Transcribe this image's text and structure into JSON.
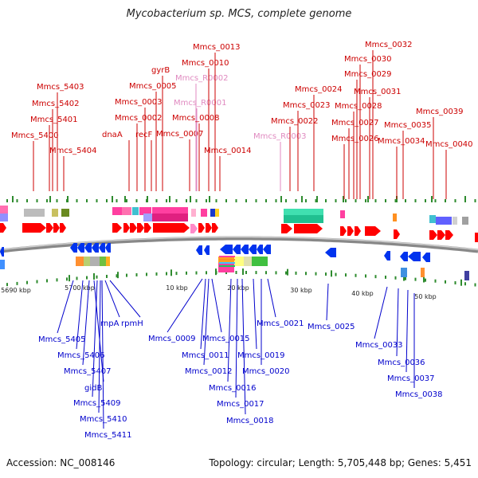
{
  "title": "Mycobacterium sp. MCS, complete genome",
  "footer": {
    "accession": "Accession: NC_008146",
    "summary": "Topology: circular; Length: 5,705,448 bp; Genes: 5,451"
  },
  "colors": {
    "forward_label": "#cc0000",
    "reverse_label": "#0000cc",
    "rna_label": "#e08ac0",
    "forward_gene": "#ff0000",
    "reverse_gene": "#0033ee",
    "tick": "#2e8b2e",
    "backbone": "#888888"
  },
  "scale": {
    "ticks": [
      {
        "label": "5690 kbp",
        "pos": 5690
      },
      {
        "label": "5700 kbp",
        "pos": 5700
      },
      {
        "label": "10 kbp",
        "pos": 10
      },
      {
        "label": "20 kbp",
        "pos": 20
      },
      {
        "label": "30 kbp",
        "pos": 30
      },
      {
        "label": "40 kbp",
        "pos": 40
      },
      {
        "label": "50 kbp",
        "pos": 50
      }
    ]
  },
  "top_labels": [
    {
      "text": "Mmcs_5400",
      "kind": "forward"
    },
    {
      "text": "Mmcs_5401",
      "kind": "forward"
    },
    {
      "text": "Mmcs_5402",
      "kind": "forward"
    },
    {
      "text": "Mmcs_5403",
      "kind": "forward"
    },
    {
      "text": "Mmcs_5404",
      "kind": "forward"
    },
    {
      "text": "dnaA",
      "kind": "forward"
    },
    {
      "text": "Mmcs_0002",
      "kind": "forward"
    },
    {
      "text": "Mmcs_0003",
      "kind": "forward"
    },
    {
      "text": "recF",
      "kind": "forward"
    },
    {
      "text": "Mmcs_0005",
      "kind": "forward"
    },
    {
      "text": "gyrB",
      "kind": "forward"
    },
    {
      "text": "Mmcs_0007",
      "kind": "forward"
    },
    {
      "text": "Mmcs_R0002",
      "kind": "rna"
    },
    {
      "text": "Mmcs_R0001",
      "kind": "rna"
    },
    {
      "text": "Mmcs_0008",
      "kind": "forward"
    },
    {
      "text": "Mmcs_0010",
      "kind": "forward"
    },
    {
      "text": "Mmcs_0013",
      "kind": "forward"
    },
    {
      "text": "Mmcs_0014",
      "kind": "forward"
    },
    {
      "text": "Mmcs_R0003",
      "kind": "rna"
    },
    {
      "text": "Mmcs_0022",
      "kind": "forward"
    },
    {
      "text": "Mmcs_0023",
      "kind": "forward"
    },
    {
      "text": "Mmcs_0024",
      "kind": "forward"
    },
    {
      "text": "Mmcs_0026",
      "kind": "forward"
    },
    {
      "text": "Mmcs_0027",
      "kind": "forward"
    },
    {
      "text": "Mmcs_0028",
      "kind": "forward"
    },
    {
      "text": "Mmcs_0029",
      "kind": "forward"
    },
    {
      "text": "Mmcs_0030",
      "kind": "forward"
    },
    {
      "text": "Mmcs_0031",
      "kind": "forward"
    },
    {
      "text": "Mmcs_0032",
      "kind": "forward"
    },
    {
      "text": "Mmcs_0034",
      "kind": "forward"
    },
    {
      "text": "Mmcs_0035",
      "kind": "forward"
    },
    {
      "text": "Mmcs_0039",
      "kind": "forward"
    },
    {
      "text": "Mmcs_0040",
      "kind": "forward"
    }
  ],
  "bottom_labels": [
    {
      "text": "Mmcs_5405"
    },
    {
      "text": "Mmcs_5406"
    },
    {
      "text": "Mmcs_5407"
    },
    {
      "text": "gidB"
    },
    {
      "text": "Mmcs_5409"
    },
    {
      "text": "Mmcs_5410"
    },
    {
      "text": "Mmcs_5411"
    },
    {
      "text": "rnpA"
    },
    {
      "text": "rpmH"
    },
    {
      "text": "Mmcs_0009"
    },
    {
      "text": "Mmcs_0011"
    },
    {
      "text": "Mmcs_0012"
    },
    {
      "text": "Mmcs_0015"
    },
    {
      "text": "Mmcs_0016"
    },
    {
      "text": "Mmcs_0017"
    },
    {
      "text": "Mmcs_0018"
    },
    {
      "text": "Mmcs_0019"
    },
    {
      "text": "Mmcs_0020"
    },
    {
      "text": "Mmcs_0021"
    },
    {
      "text": "Mmcs_0025"
    },
    {
      "text": "Mmcs_0033"
    },
    {
      "text": "Mmcs_0036"
    },
    {
      "text": "Mmcs_0037"
    },
    {
      "text": "Mmcs_0038"
    }
  ]
}
